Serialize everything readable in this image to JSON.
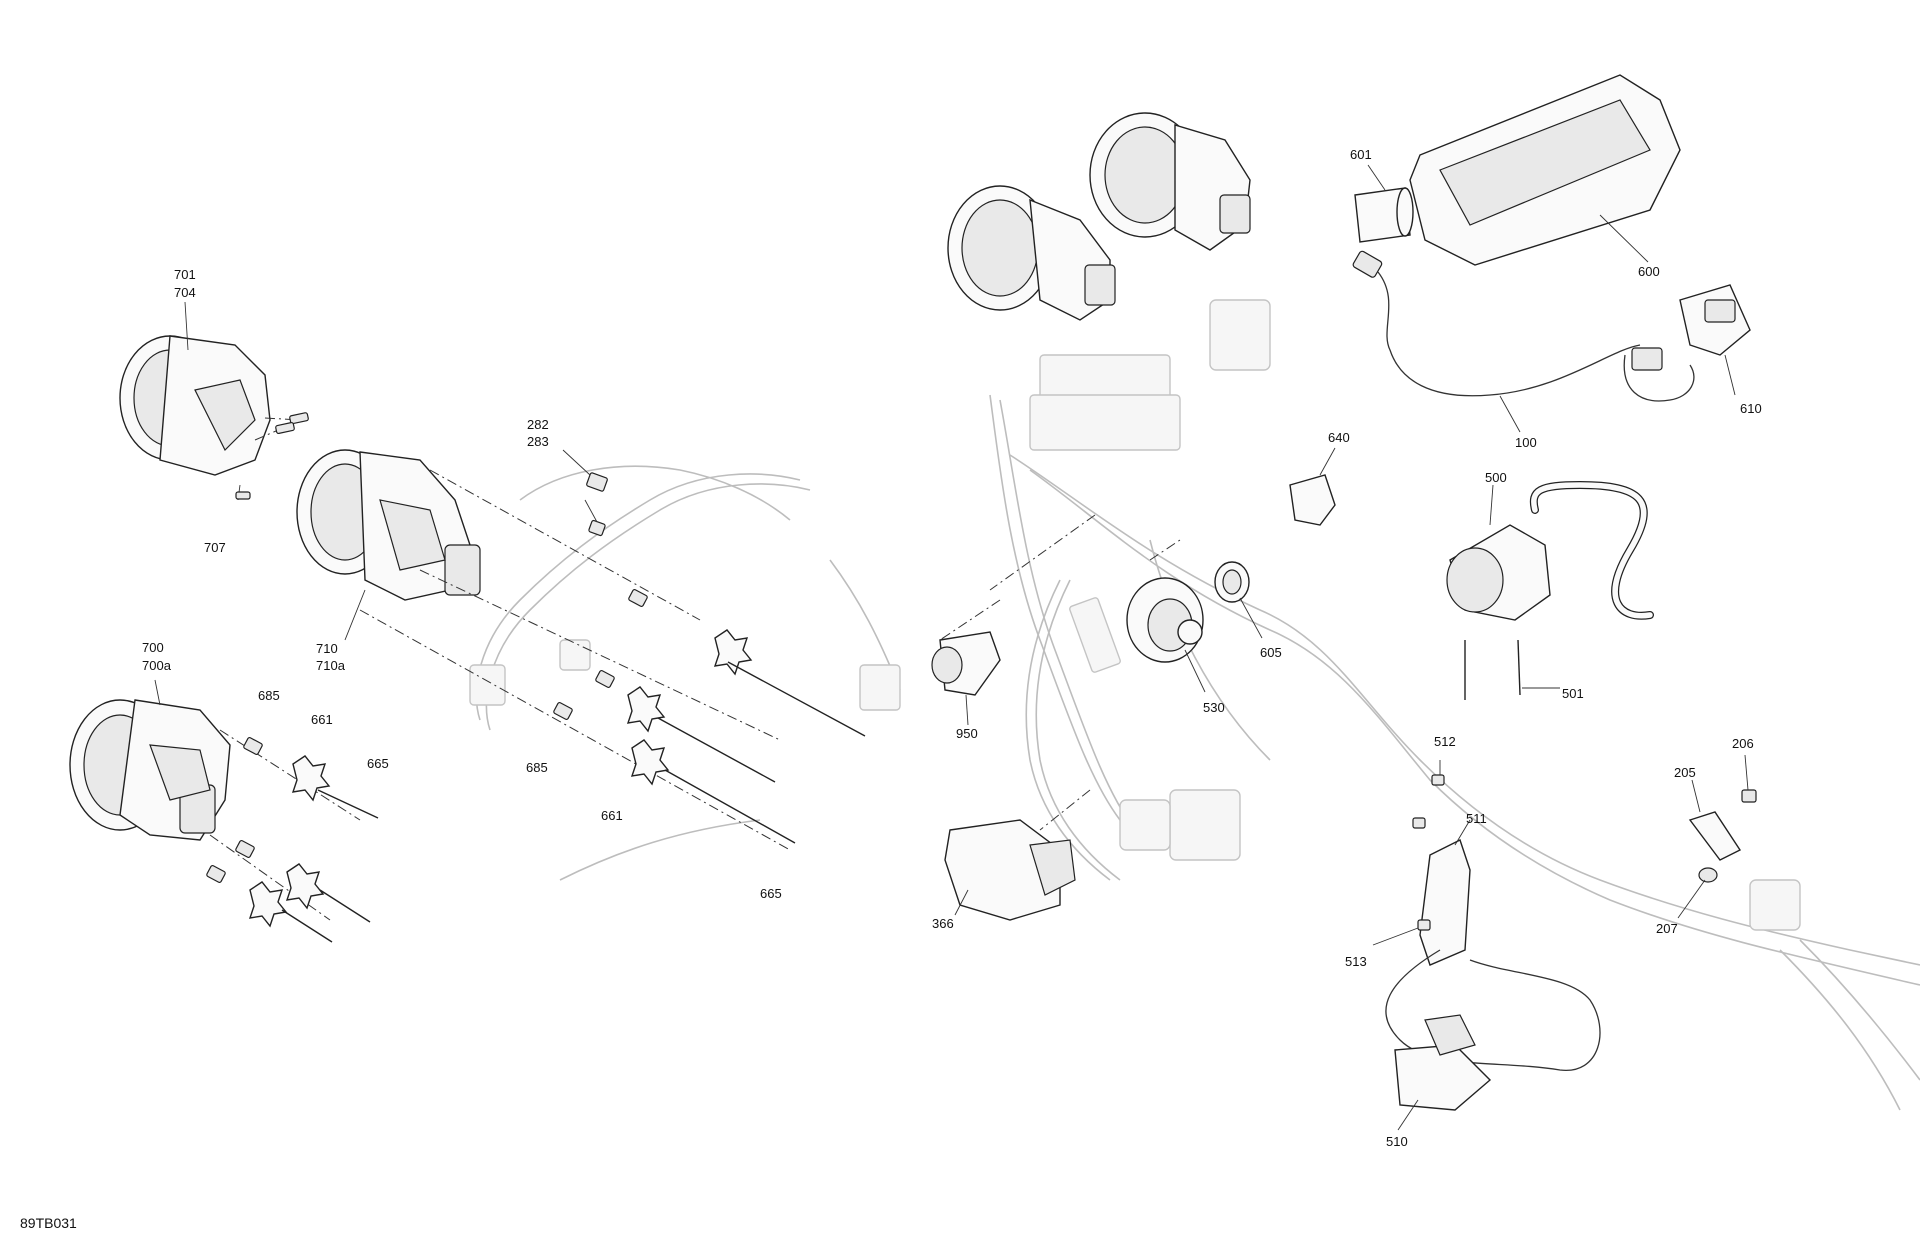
{
  "diagram_ref": "89TB031",
  "callouts": {
    "c701": "701",
    "c704": "704",
    "c707": "707",
    "c700": "700",
    "c700a": "700a",
    "c710": "710",
    "c710a": "710a",
    "c282": "282",
    "c283": "283",
    "c685a": "685",
    "c685b": "685",
    "c661a": "661",
    "c661b": "661",
    "c665a": "665",
    "c665b": "665",
    "c950": "950",
    "c366": "366",
    "c640": "640",
    "c605": "605",
    "c530": "530",
    "c601": "601",
    "c600": "600",
    "c100": "100",
    "c610": "610",
    "c500": "500",
    "c501": "501",
    "c512": "512",
    "c511": "511",
    "c513": "513",
    "c510": "510",
    "c205": "205",
    "c206": "206",
    "c207": "207"
  }
}
